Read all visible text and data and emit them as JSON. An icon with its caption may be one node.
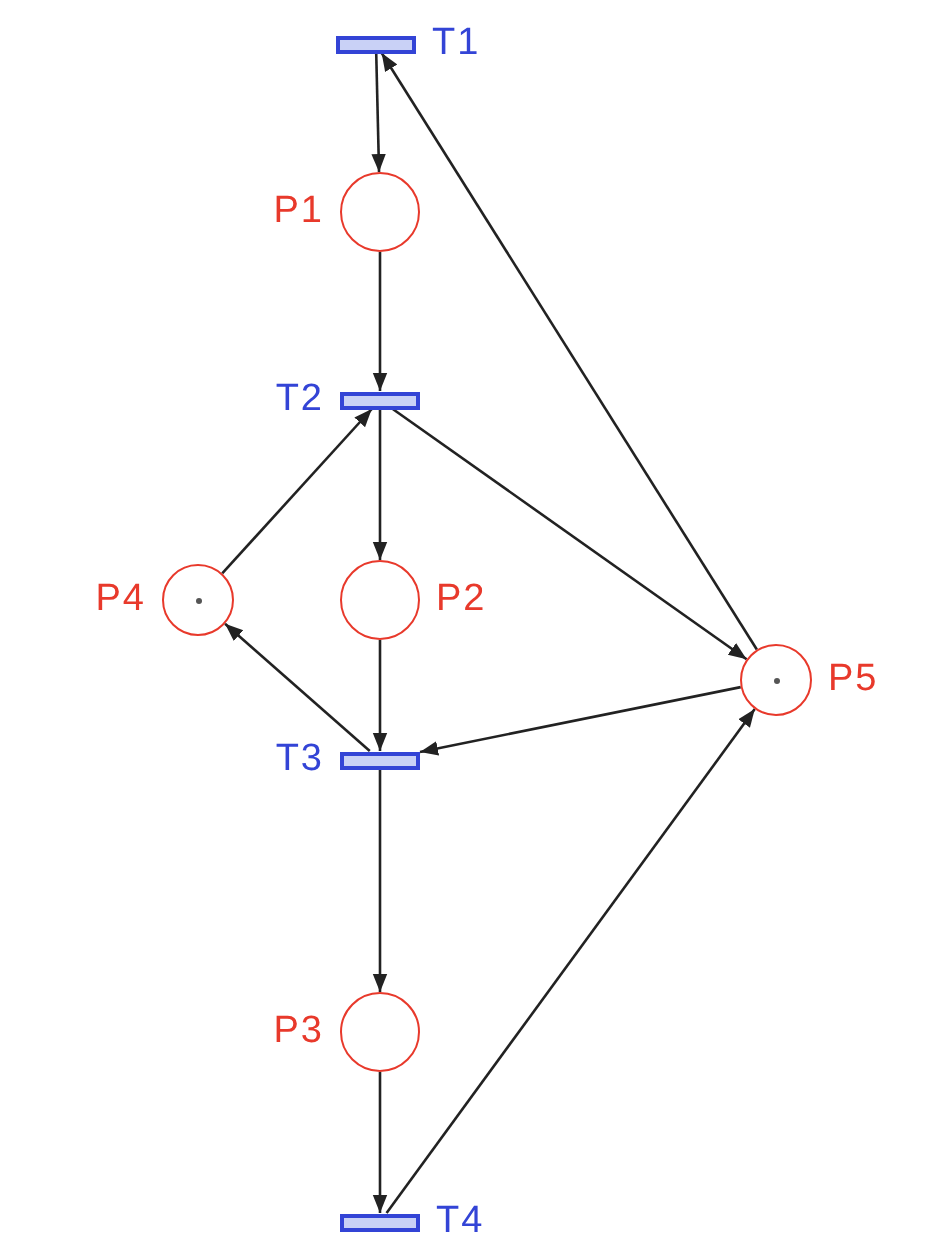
{
  "diagram": {
    "nodes": [
      {
        "text": [
          "T1"
        ]
      },
      {
        "text": [
          "P1"
        ]
      },
      {
        "text": [
          "T2"
        ]
      },
      {
        "text": [
          "P4"
        ]
      },
      {
        "text": [
          "P2"
        ]
      },
      {
        "text": [
          "P5"
        ]
      },
      {
        "text": [
          "T3"
        ]
      },
      {
        "text": [
          "P3"
        ]
      },
      {
        "text": [
          "T4"
        ]
      }
    ],
    "edges": [
      {
        "from": 0,
        "to": 1,
        "arrow": "to"
      },
      {
        "from": 1,
        "to": 2,
        "arrow": "to"
      },
      {
        "from": 2,
        "to": 4,
        "arrow": "to"
      },
      {
        "from": 2,
        "to": 5,
        "arrow": "to"
      },
      {
        "from": 3,
        "to": 2,
        "arrow": "to"
      },
      {
        "from": 5,
        "to": 0,
        "arrow": "to"
      },
      {
        "from": 4,
        "to": 6,
        "arrow": "to"
      },
      {
        "from": 6,
        "to": 3,
        "arrow": "to"
      },
      {
        "from": 5,
        "to": 6,
        "arrow": "to"
      },
      {
        "from": 6,
        "to": 7,
        "arrow": "to"
      },
      {
        "from": 7,
        "to": 8,
        "arrow": "to"
      },
      {
        "from": 8,
        "to": 5,
        "arrow": "to"
      }
    ]
  }
}
